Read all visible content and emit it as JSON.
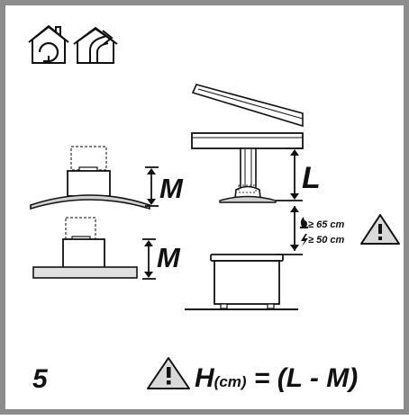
{
  "icons": {
    "recirculation": "recirculation-house-icon",
    "extraction": "extraction-house-icon"
  },
  "labels": {
    "m_top": "M",
    "m_bottom": "M",
    "l": "L",
    "gas_distance": "≥ 65 cm",
    "electric_distance": "≥ 50 cm",
    "step_number": "5"
  },
  "formula": {
    "h": "H",
    "h_sub": "(cm)",
    "rhs": " = (L - M)"
  },
  "colors": {
    "frame": "#8c8c8c",
    "ink": "#111111",
    "warning_fill": "#d9d9d9"
  }
}
